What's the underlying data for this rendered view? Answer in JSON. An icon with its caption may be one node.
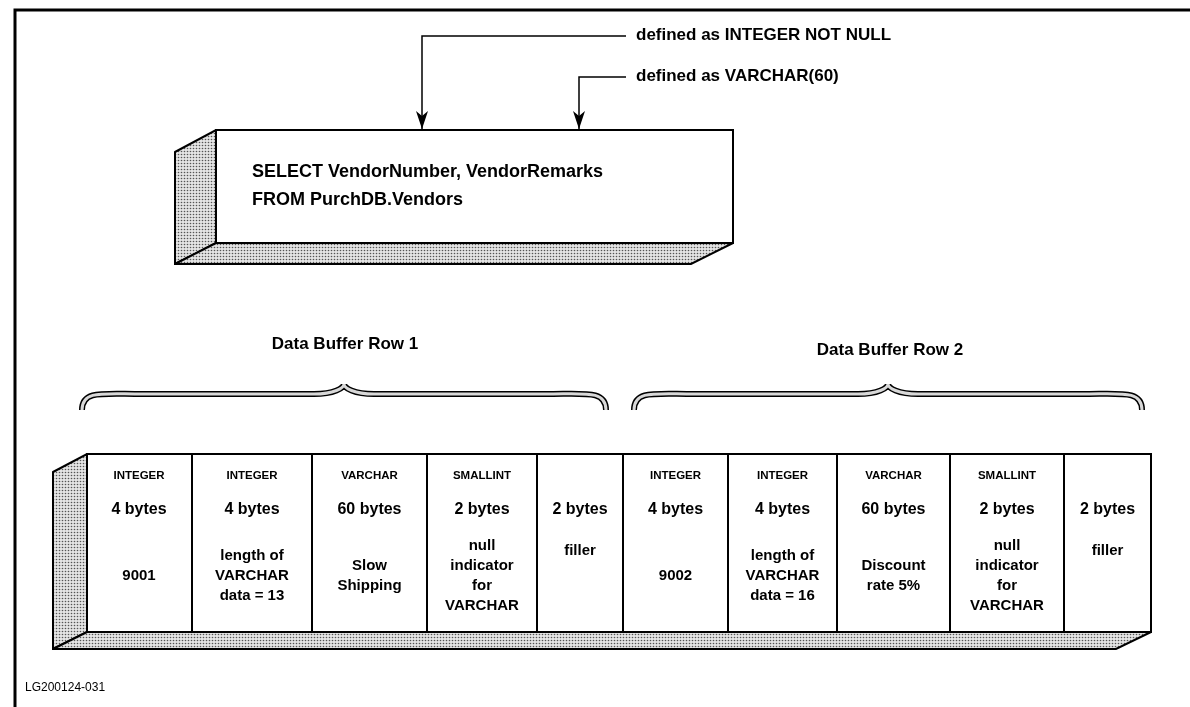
{
  "diagram": {
    "nodes": [
      {
        "text": [
          "defined as INTEGER NOT NULL"
        ]
      },
      {
        "text": [
          "defined as VARCHAR(60)"
        ]
      },
      {
        "text": [
          "SELECT VendorNumber, VendorRemarks FROM PurchDB.Vendors"
        ]
      },
      {
        "text": [],
        "shape": "box"
      },
      {
        "text": [
          "INTEGER",
          "4 bytes",
          "9001"
        ],
        "in": 3
      },
      {
        "text": [
          "INTEGER",
          "4 bytes",
          "length of VARCHAR data = 13"
        ],
        "in": 3
      },
      {
        "text": [
          "VARCHAR",
          "60 bytes",
          "Slow Shipping"
        ],
        "in": 3
      },
      {
        "text": [
          "SMALLINT",
          "2 bytes",
          "null indicator for VARCHAR"
        ],
        "in": 3
      },
      {
        "text": [
          "2 bytes",
          "filler"
        ],
        "in": 3
      },
      {
        "text": [
          "INTEGER",
          "4 bytes",
          "9002"
        ],
        "in": 3
      },
      {
        "text": [
          "INTEGER",
          "4 bytes",
          "length of VARCHAR data = 16"
        ],
        "in": 3
      },
      {
        "text": [
          "VARCHAR",
          "60 bytes",
          "Discount rate 5%"
        ],
        "in": 3
      },
      {
        "text": [
          "SMALLINT",
          "2 bytes",
          "null indicator for VARCHAR"
        ],
        "in": 3
      },
      {
        "text": [
          "2 bytes",
          "filler"
        ],
        "in": 3
      }
    ],
    "edges": [
      {
        "from": 0,
        "to": 2,
        "arrow": "to"
      },
      {
        "from": 1,
        "to": 2,
        "arrow": "to"
      }
    ],
    "labels": [
      "Data Buffer Row 1",
      "Data Buffer Row 2",
      "LG200124-031"
    ]
  }
}
